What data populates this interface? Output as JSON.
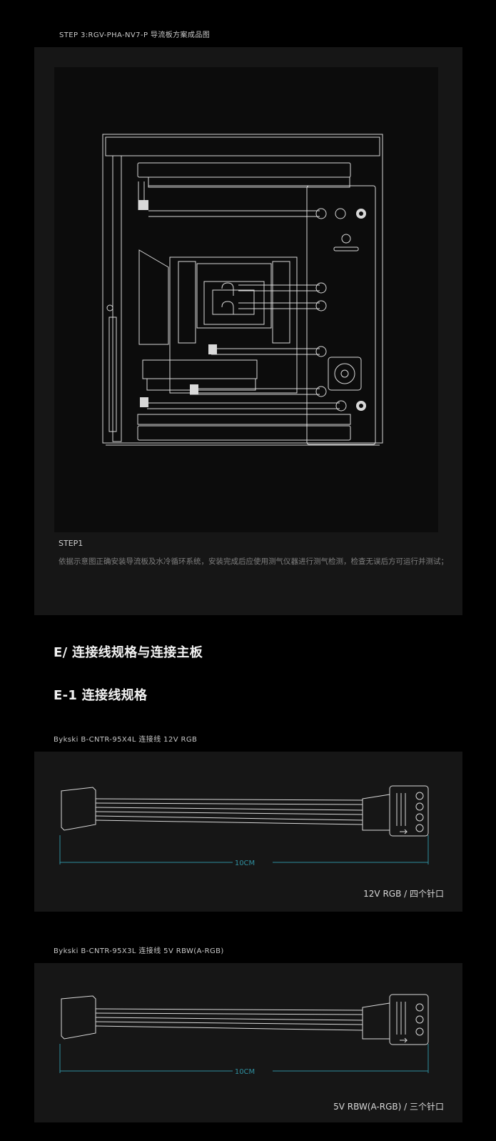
{
  "step3_caption": "STEP 3:RGV-PHA-NV7-P 导流板方案成品图",
  "step1": {
    "title": "STEP1",
    "description": "依据示意图正确安装导流板及水冷循环系统，安装完成后应使用测气仪器进行测气检测，检查无误后方可运行并测试；"
  },
  "section_e": {
    "title": "E/ 连接线规格与连接主板",
    "subtitle": "E-1 连接线规格"
  },
  "cables": [
    {
      "caption": "Bykski B-CNTR-95X4L 连接线 12V RGB",
      "length": "10CM",
      "spec": "12V RGB / 四个针口"
    },
    {
      "caption": "Bykski B-CNTR-95X3L 连接线 5V RBW(A-RGB)",
      "length": "10CM",
      "spec": "5V RBW(A-RGB) / 三个针口"
    }
  ],
  "colors": {
    "page_bg": "#000000",
    "panel_bg": "#161616",
    "drawing_bg": "#0c0c0c",
    "line": "#d9d9d9",
    "dimension": "#2f8f9f"
  }
}
